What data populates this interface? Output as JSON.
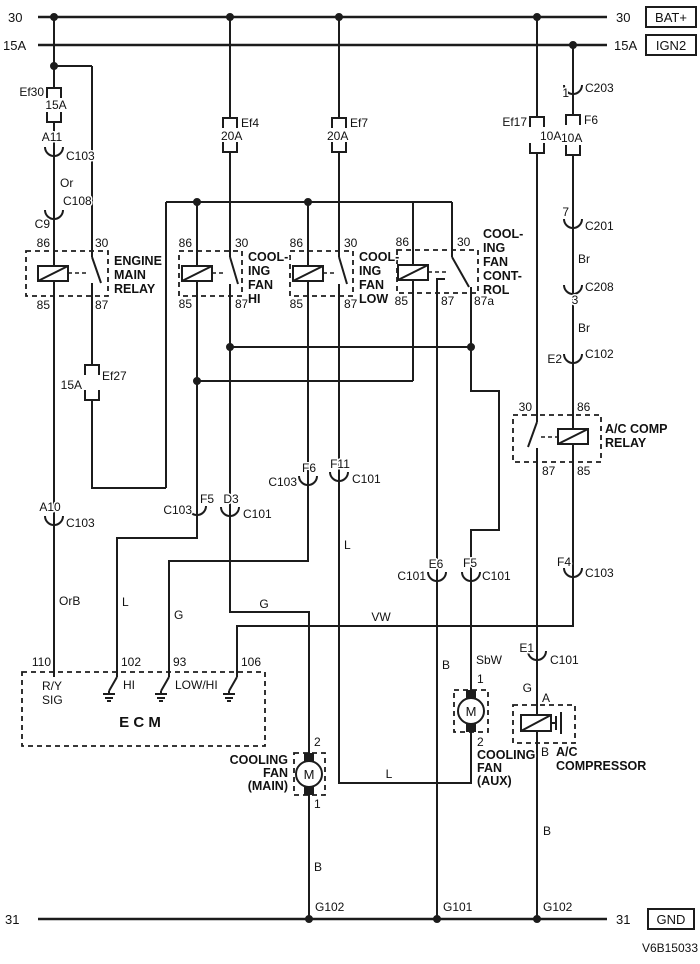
{
  "diagram_code": "V6B15033",
  "power": {
    "left30": "30",
    "left15a": "15A",
    "left31": "31",
    "right30": "30",
    "right15a": "15A",
    "right31": "31",
    "bat": "BAT+",
    "ign": "IGN2",
    "gnd": "GND"
  },
  "fuses": {
    "ef30": {
      "name": "Ef30",
      "rating": "15A"
    },
    "ef4": {
      "name": "Ef4",
      "rating": "20A"
    },
    "ef7": {
      "name": "Ef7",
      "rating": "20A"
    },
    "ef17": {
      "name": "Ef17",
      "rating": "10A"
    },
    "f6": {
      "name": "F6",
      "rating": "10A"
    },
    "ef27": {
      "name": "Ef27",
      "rating": "15A"
    }
  },
  "connectors": {
    "a11": {
      "pin": "A11",
      "name": "C103"
    },
    "c9": {
      "pin": "C9",
      "name": "C108"
    },
    "a10": {
      "pin": "A10",
      "name": "C103"
    },
    "c203": {
      "pin": "1",
      "name": "C203"
    },
    "c201": {
      "pin": "7",
      "name": "C201"
    },
    "c208": {
      "pin": "3",
      "name": "C208"
    },
    "c102": {
      "pin": "E2",
      "name": "C102"
    },
    "f5_ecm": {
      "pin": "F5",
      "name": "C103"
    },
    "d3": {
      "pin": "D3",
      "name": "C101"
    },
    "f6_fan": {
      "pin": "F6",
      "name": "C103"
    },
    "f11": {
      "pin": "F11",
      "name": "C101"
    },
    "e6": {
      "pin": "E6",
      "name": "C101"
    },
    "f5_fan": {
      "pin": "F5",
      "name": "C101"
    },
    "f4": {
      "pin": "F4",
      "name": "C103"
    },
    "e1": {
      "pin": "E1",
      "name": "C101"
    }
  },
  "relays": {
    "engine_main": {
      "name": [
        "ENGINE",
        "MAIN",
        "RELAY"
      ],
      "pins": {
        "p86": "86",
        "p30": "30",
        "p85": "85",
        "p87": "87"
      }
    },
    "fan_hi": {
      "name": [
        "COOL-",
        "ING",
        "FAN",
        "HI"
      ],
      "pins": {
        "p86": "86",
        "p30": "30",
        "p85": "85",
        "p87": "87"
      }
    },
    "fan_low": {
      "name": [
        "COOL-",
        "ING",
        "FAN",
        "LOW"
      ],
      "pins": {
        "p86": "86",
        "p30": "30",
        "p85": "85",
        "p87": "87"
      }
    },
    "fan_control": {
      "name": [
        "COOL-",
        "ING",
        "FAN",
        "CONT-",
        "ROL"
      ],
      "pins": {
        "p86": "86",
        "p30": "30",
        "p85": "85",
        "p87": "87",
        "p87a": "87a"
      }
    },
    "ac_comp": {
      "name": [
        "A/C COMP",
        "RELAY"
      ],
      "pins": {
        "p30": "30",
        "p86": "86",
        "p87": "87",
        "p85": "85"
      }
    }
  },
  "ecm": {
    "name": "E C M",
    "pins": {
      "p110": "110",
      "p102": "102",
      "p93": "93",
      "p106": "106"
    },
    "functions": {
      "sig1": "R/Y",
      "sig2": "SIG",
      "hi": "HI",
      "lowhi": "LOW/HI"
    }
  },
  "motors": {
    "main": {
      "name": [
        "COOLING",
        "FAN",
        "(MAIN)"
      ],
      "symbol": "M",
      "p1": "1",
      "p2": "2"
    },
    "aux": {
      "name": [
        "COOLING",
        "FAN",
        "(AUX)"
      ],
      "symbol": "M",
      "p1": "1",
      "p2": "2"
    }
  },
  "compressor": {
    "name": [
      "A/C",
      "COMPRESSOR"
    ],
    "pa": "A",
    "pb": "B"
  },
  "grounds": {
    "g101": "G101",
    "g102_main": "G102",
    "g102_ac": "G102"
  },
  "wires": {
    "or": "Or",
    "orb": "OrB",
    "br1": "Br",
    "br2": "Br",
    "l_ecm": "L",
    "l_f11": "L",
    "l_aux": "L",
    "g_ecm": "G",
    "g_main": "G",
    "g_comp": "G",
    "vw": "VW",
    "sbw": "SbW",
    "b_e6": "B",
    "b_main": "B",
    "b_ac": "B"
  }
}
